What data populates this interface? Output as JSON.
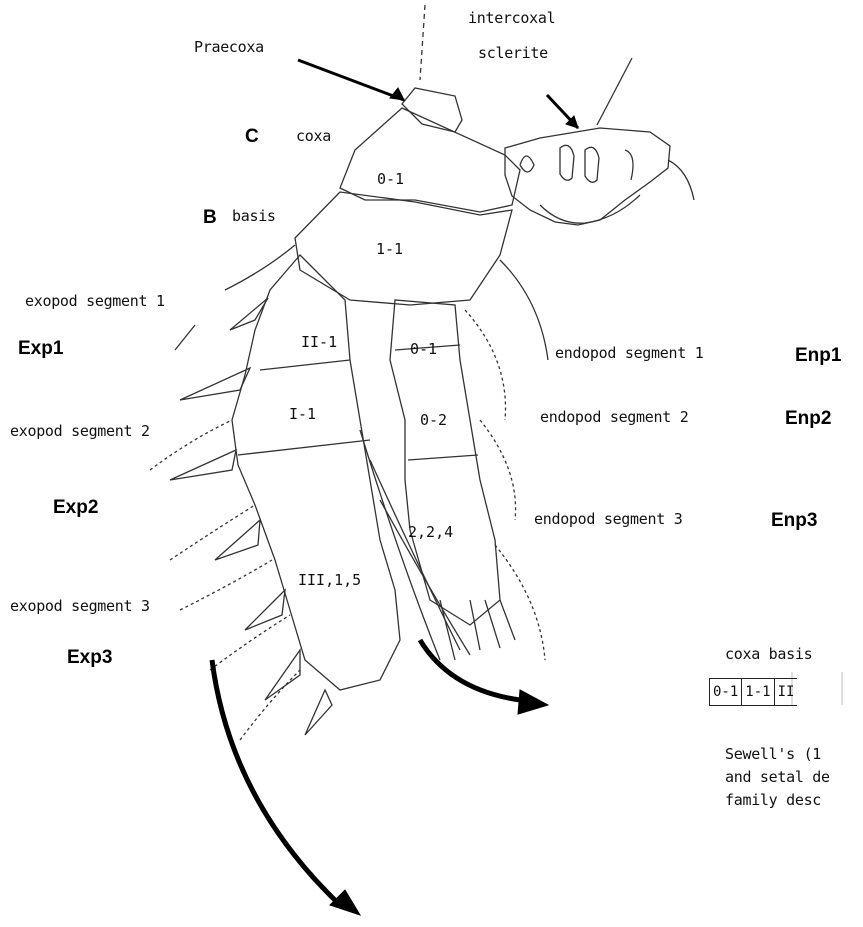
{
  "labels": {
    "praecoxa": "Praecoxa",
    "intercoxal_1": "intercoxal",
    "intercoxal_2": "sclerite",
    "c": "C",
    "coxa": "coxa",
    "b": "B",
    "basis": "basis",
    "exp_seg1": "exopod segment 1",
    "exp1": "Exp1",
    "exp_seg2": "exopod segment 2",
    "exp2": "Exp2",
    "exp_seg3": "exopod segment 3",
    "exp3": "Exp3",
    "enp_seg1": "endopod segment 1",
    "enp1": "Enp1",
    "enp_seg2": "endopod segment 2",
    "enp2": "Enp2",
    "enp_seg3": "endopod segment 3",
    "enp3": "Enp3"
  },
  "segments": {
    "coxa": "0-1",
    "basis": "1-1",
    "exp1": "II-1",
    "exp2": "I-1",
    "exp3": "III,1,5",
    "enp1": "0-1",
    "enp2": "0-2",
    "enp3": "2,2,4"
  },
  "table": {
    "header": "coxa basis",
    "cells": [
      "0-1",
      "1-1",
      "II"
    ]
  },
  "caption": {
    "line1": "Sewell's (1",
    "line2": "and setal de",
    "line3": "family desc"
  }
}
